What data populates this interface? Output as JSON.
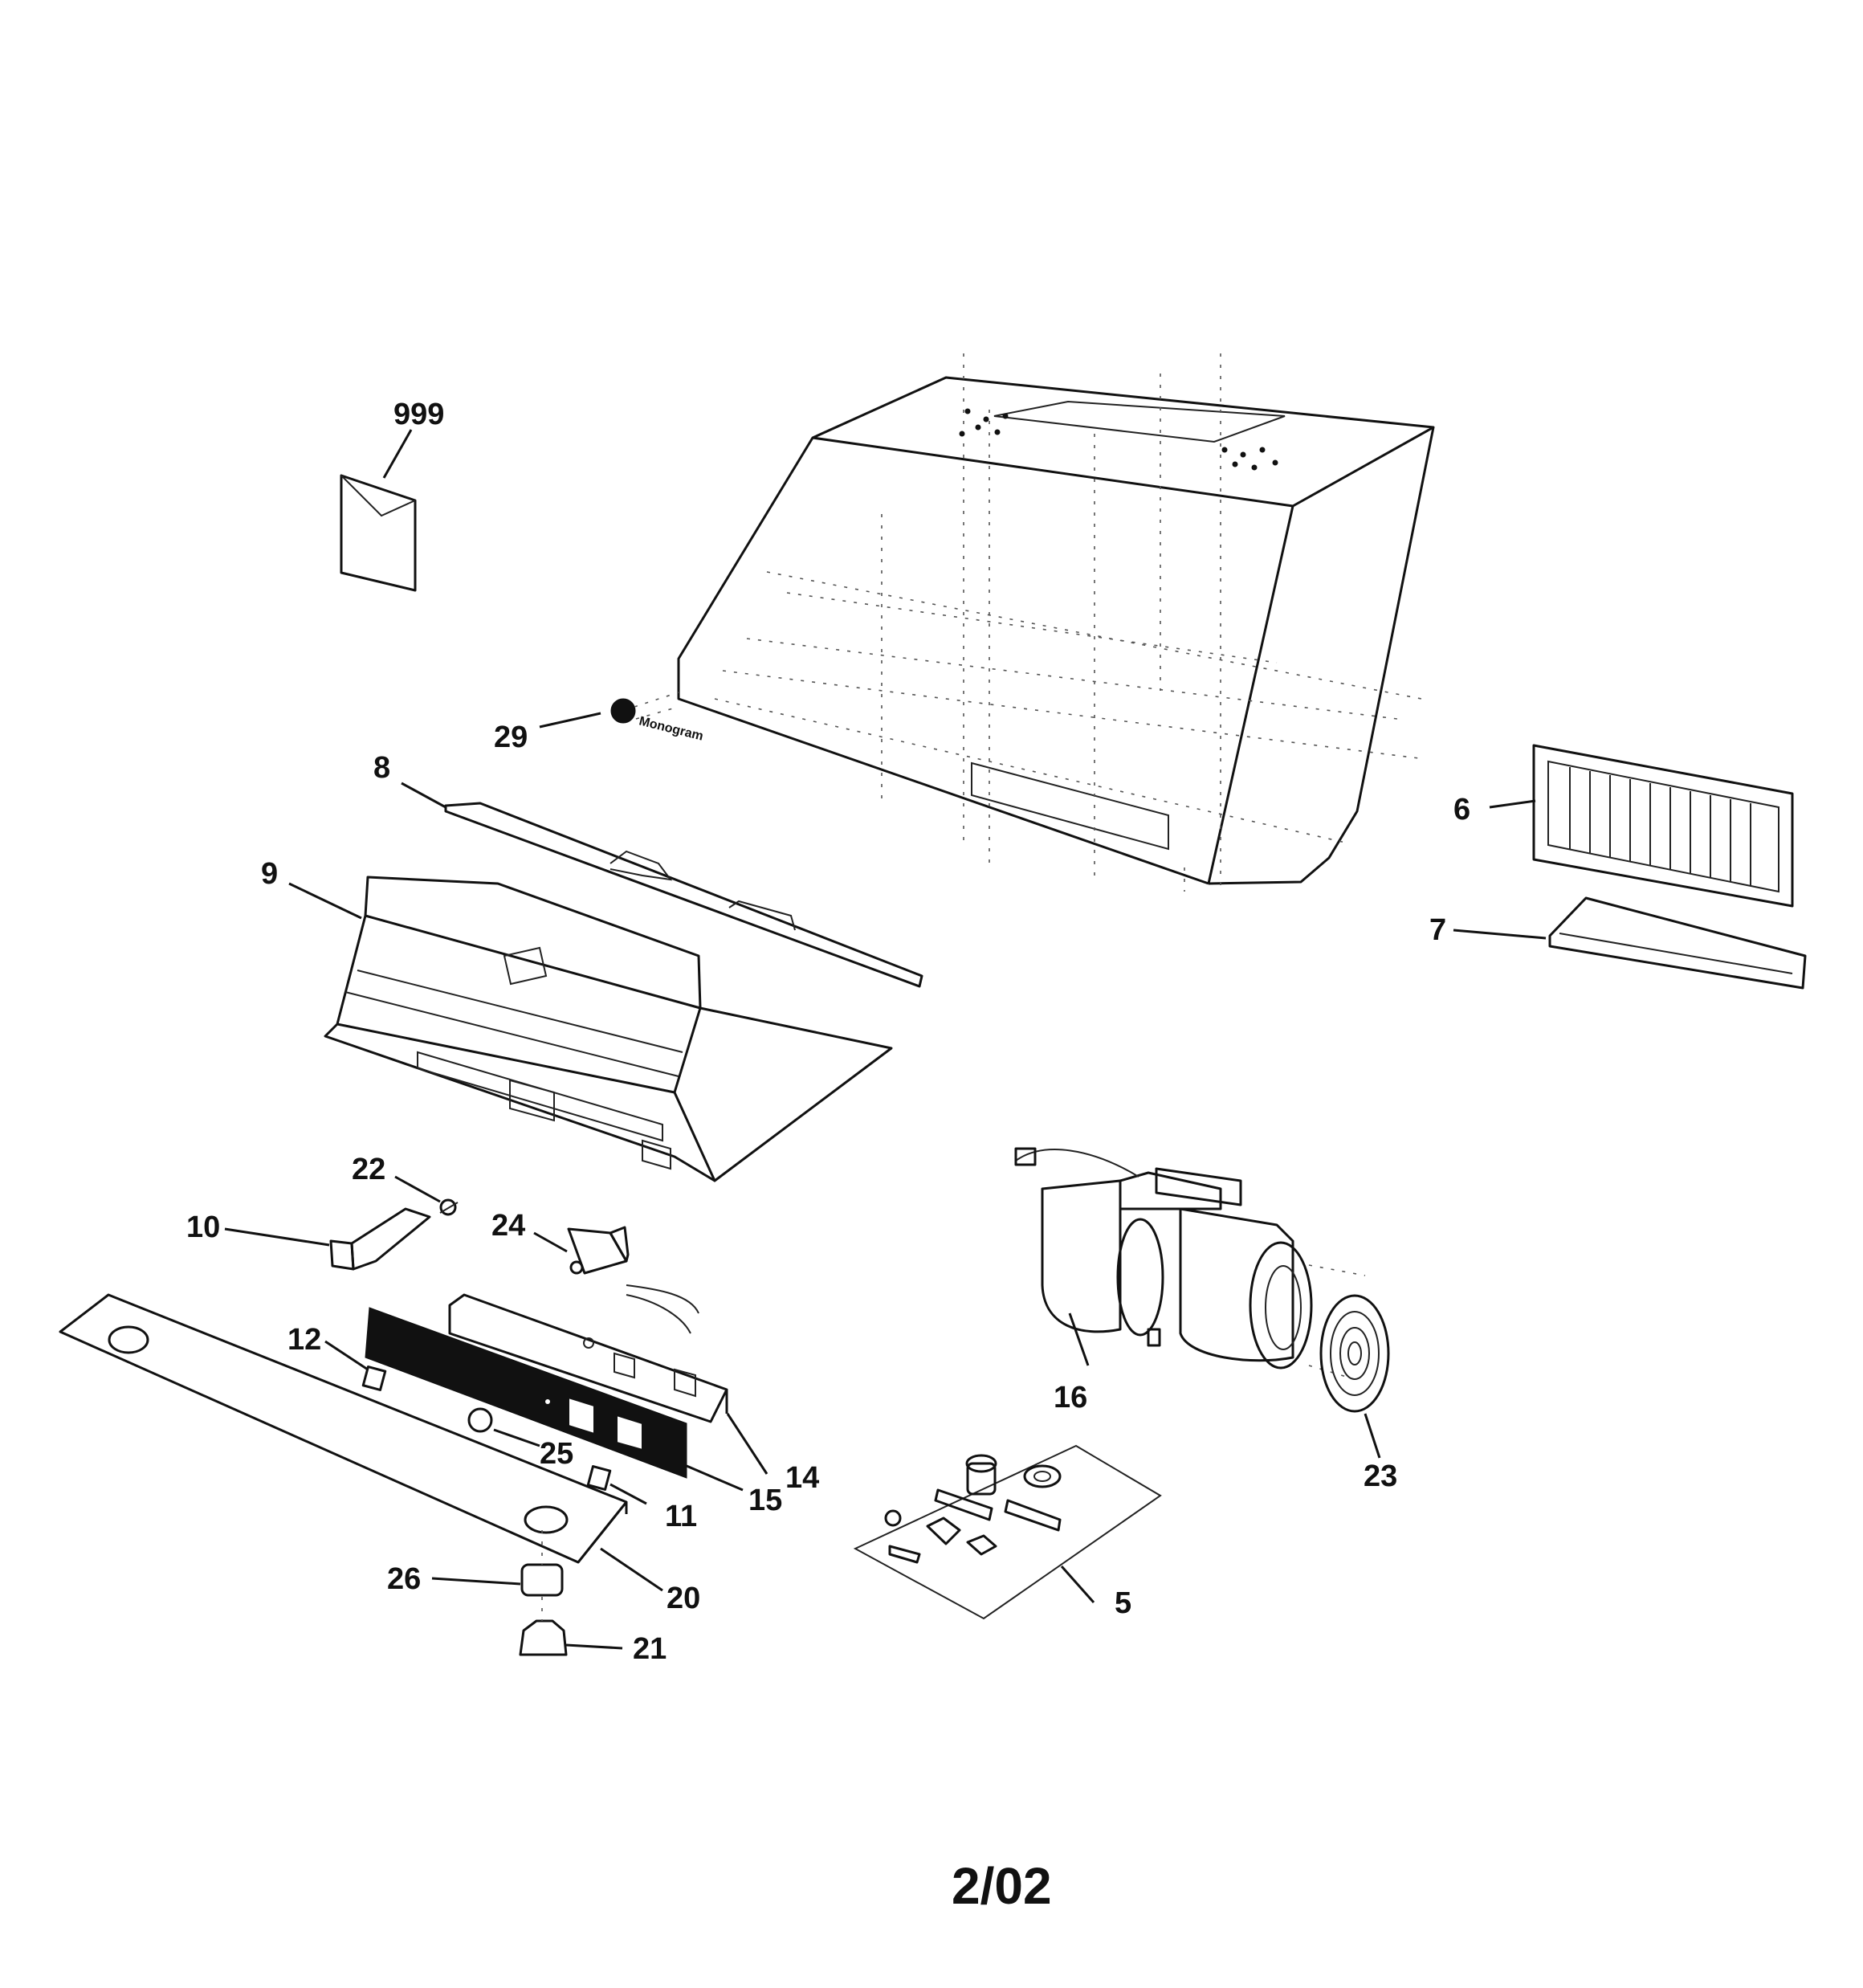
{
  "diagram": {
    "brand_mark": "Monogram",
    "footer": "2/02",
    "callouts": {
      "c999": "999",
      "c29": "29",
      "c8": "8",
      "c9": "9",
      "c6": "6",
      "c7": "7",
      "c22": "22",
      "c10": "10",
      "c24": "24",
      "c12": "12",
      "c25": "25",
      "c14": "14",
      "c15": "15",
      "c11": "11",
      "c16": "16",
      "c23": "23",
      "c5": "5",
      "c26": "26",
      "c20": "20",
      "c21": "21"
    }
  }
}
